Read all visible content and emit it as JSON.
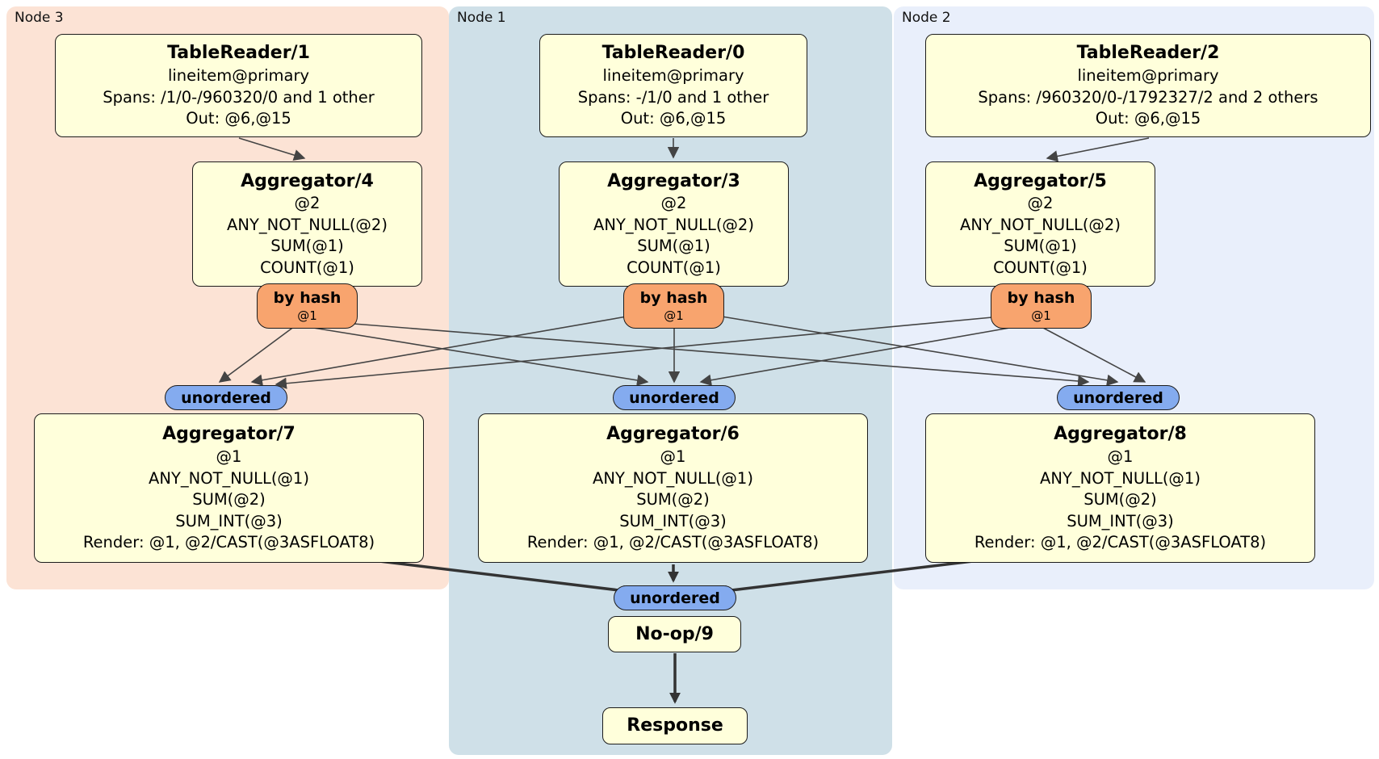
{
  "regions": {
    "node3": {
      "label": "Node 3"
    },
    "node1": {
      "label": "Node 1"
    },
    "node2": {
      "label": "Node 2"
    }
  },
  "processors": {
    "tablereader1": {
      "title": "TableReader/1",
      "lines": [
        "lineitem@primary",
        "Spans: /1/0-/960320/0 and 1 other",
        "Out: @6,@15"
      ]
    },
    "tablereader0": {
      "title": "TableReader/0",
      "lines": [
        "lineitem@primary",
        "Spans: -/1/0 and 1 other",
        "Out: @6,@15"
      ]
    },
    "tablereader2": {
      "title": "TableReader/2",
      "lines": [
        "lineitem@primary",
        "Spans: /960320/0-/1792327/2 and 2 others",
        "Out: @6,@15"
      ]
    },
    "aggregator4": {
      "title": "Aggregator/4",
      "lines": [
        "@2",
        "ANY_NOT_NULL(@2)",
        "SUM(@1)",
        "COUNT(@1)"
      ]
    },
    "aggregator3": {
      "title": "Aggregator/3",
      "lines": [
        "@2",
        "ANY_NOT_NULL(@2)",
        "SUM(@1)",
        "COUNT(@1)"
      ]
    },
    "aggregator5": {
      "title": "Aggregator/5",
      "lines": [
        "@2",
        "ANY_NOT_NULL(@2)",
        "SUM(@1)",
        "COUNT(@1)"
      ]
    },
    "aggregator7": {
      "title": "Aggregator/7",
      "lines": [
        "@1",
        "ANY_NOT_NULL(@1)",
        "SUM(@2)",
        "SUM_INT(@3)",
        "Render: @1, @2/CAST(@3ASFLOAT8)"
      ]
    },
    "aggregator6": {
      "title": "Aggregator/6",
      "lines": [
        "@1",
        "ANY_NOT_NULL(@1)",
        "SUM(@2)",
        "SUM_INT(@3)",
        "Render: @1, @2/CAST(@3ASFLOAT8)"
      ]
    },
    "aggregator8": {
      "title": "Aggregator/8",
      "lines": [
        "@1",
        "ANY_NOT_NULL(@1)",
        "SUM(@2)",
        "SUM_INT(@3)",
        "Render: @1, @2/CAST(@3ASFLOAT8)"
      ]
    },
    "noop9": {
      "title": "No-op/9"
    },
    "response": {
      "title": "Response"
    }
  },
  "routers": {
    "byhash3": {
      "label": "by hash",
      "sub": "@1"
    },
    "byhash1": {
      "label": "by hash",
      "sub": "@1"
    },
    "byhash2": {
      "label": "by hash",
      "sub": "@1"
    }
  },
  "streams": {
    "unordered3": {
      "label": "unordered"
    },
    "unordered1": {
      "label": "unordered"
    },
    "unordered2": {
      "label": "unordered"
    },
    "unordered_final": {
      "label": "unordered"
    }
  },
  "colors": {
    "node3-bg": "#fce3d5",
    "node1-bg": "#cfe0e8",
    "node2-bg": "#e9effb",
    "proc-fill": "#ffffdb",
    "router-fill": "#f8a46e",
    "stream-fill": "#84abef",
    "edge-thin": "#444444",
    "edge-thick": "#333333"
  }
}
